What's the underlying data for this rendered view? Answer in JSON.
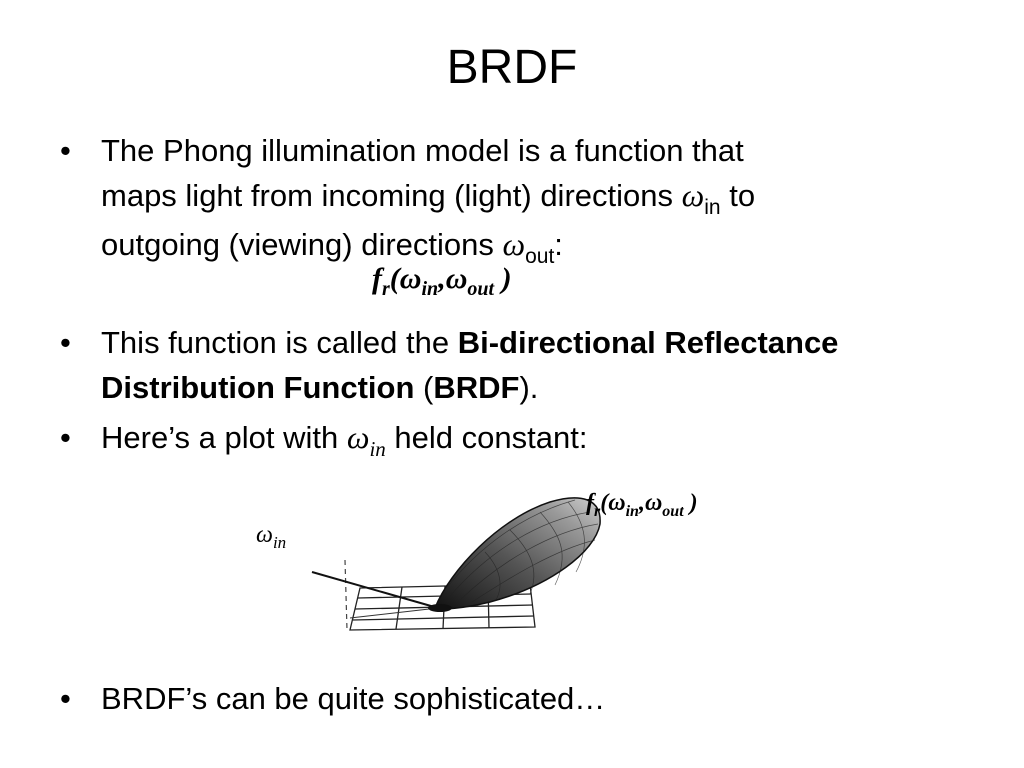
{
  "slide": {
    "title": "BRDF",
    "bullet_char": "•",
    "b1": {
      "text_line1": "The Phong illumination model is a function that",
      "text_line2_a": "maps light from incoming (light) directions",
      "omega_in_symbol": "ω",
      "omega_in_sub": "in",
      "text_line2_b": "to",
      "text_line3_a": "outgoing (viewing) directions",
      "omega_out_symbol": "ω",
      "omega_out_sub": "out",
      "text_line3_b": ":"
    },
    "formula": {
      "f": "f",
      "r": "r",
      "open": "(",
      "w1": "ω",
      "in": "in",
      "comma": ",",
      "w2": "ω",
      "out": "out",
      "close": ")"
    },
    "b2": {
      "prefix": "This function is called the",
      "bold_name": "Bi-directional Reflectance Distribution Function",
      "paren_open": "(",
      "abbrev": "BRDF",
      "paren_close": ")."
    },
    "b3": {
      "prefix": "Here’s a plot with",
      "omega": "ω",
      "sub": "in",
      "suffix": "held constant:"
    },
    "plot": {
      "label_win_symbol": "ω",
      "label_win_sub": "in",
      "label_f": "f",
      "label_r": "r",
      "label_open": "(",
      "label_w1": "ω",
      "label_in": "in",
      "label_comma": ",",
      "label_w2": "ω",
      "label_out": "out",
      "label_close": ")"
    },
    "b4": {
      "text": "BRDF’s can be quite sophisticated…"
    }
  }
}
